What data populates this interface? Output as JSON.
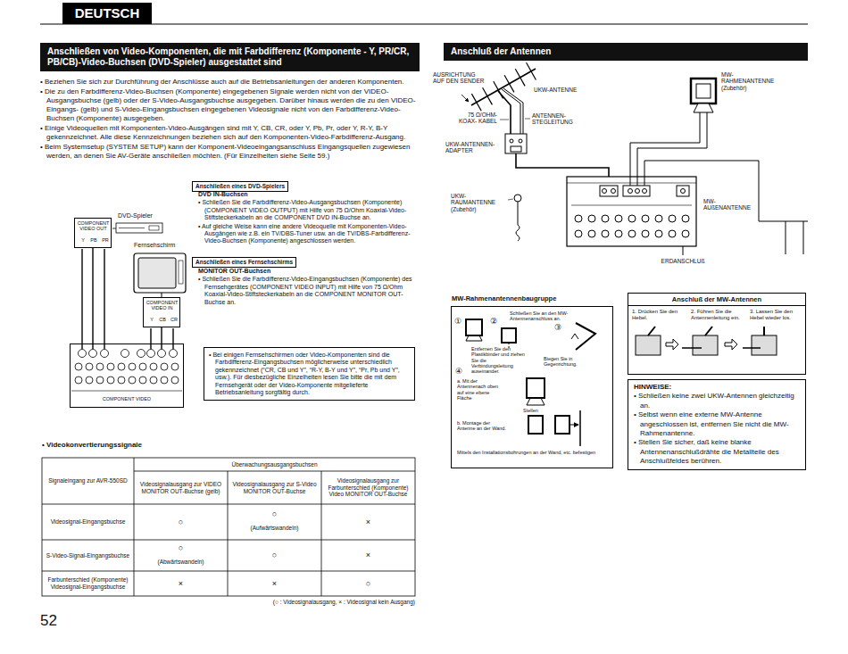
{
  "diagram": {
    "nodes": [
      {
        "text": [
          "DEUTSCH"
        ]
      },
      {
        "text": [
          "Anschließen von Video-Komponenten, die mit Farbdifferenz (Komponente - Y, PR/CR, PB/CB)-Video-Buchsen (DVD-Spieler) ausgestattet sind"
        ]
      },
      {
        "text": [
          "Anschließen eines DVD-Spielers"
        ]
      },
      {
        "text": [
          "Anschließen eines Fernsehschirms"
        ]
      },
      {
        "text": [
          "COMPONENT VIDEO OUT",
          "Y",
          "PB",
          "PR"
        ]
      },
      {
        "text": [
          "COMPONENT VIDEO IN",
          "Y",
          "CB",
          "CR"
        ]
      },
      {
        "text": [
          "COMPONENT VIDEO"
        ]
      },
      {
        "text": [
          "• Bei einigen Fernsehschirmen oder Video-Komponenten sind die Farbdifferenz-Eingangsbuchsen möglicherweise unterschiedlich gekennzeichnet (“CR, CB und Y”, “R-Y, B-Y und Y”, “Pr, Pb und Y”, usw.). Für diesbezügliche Einzelheiten lesen Sie bitte die mit dem Fernsehgerät oder der Video-Komponente mitgelieferte Betriebsanleitung sorgfältig durch."
        ]
      },
      {
        "text": [
          "Anschluß der Antennen"
        ]
      },
      {
        "text": [
          "MW-Rahmenantennenbaugruppe",
          "Schließen Sie an den MW-Antennenanschluss an.",
          "①",
          "②",
          "③",
          "Entfernen Sie den Plastikbinder und ziehen Sie die Verbindungsleitung auseinander.",
          "Biegen Sie in Gegenrichtung.",
          "④",
          "a. Mit der Antennenach oben auf eine ebene Fläche",
          "Stellen",
          "b. Montage der Antenne an der Wand.",
          "Mittels den Installationsbohrungen an der Wand, etc. befestigen"
        ]
      },
      {
        "text": [
          "Anschluß der MW-Antennen",
          "1. Drücken Sie den Hebel.",
          "2. Führen Sie die Antennenleitung ein.",
          "3. Lassen Sie den Hebel wieder los."
        ]
      },
      {
        "text": [
          "HINWEISE:",
          "• Schließen keine zwei UKW-Antennen gleichzeitig an.",
          "• Selbst wenn eine externe MW-Antenne angeschlossen ist, entfernen Sie nicht die MW-Rahmenantenne.",
          "• Stellen Sie sicher, daß keine blanke Antennenanschlußdrähte die Metallteile des Anschlußfeldes berühren."
        ]
      }
    ],
    "edges": [
      {
        "from": 4,
        "to": 6,
        "arrow": "none"
      },
      {
        "from": 5,
        "to": 6,
        "arrow": "none"
      }
    ],
    "labels": [
      "• Beziehen Sie sich zur Durchführung der Anschlüsse auch auf die Betriebsanleitungen der anderen Komponenten.",
      "• Die zu den Farbdifferenz-Video-Buchsen (Komponente) eingegebenen Signale werden nicht von der VIDEO-Ausgangsbuchse (gelb) oder der S-Video-Ausgangsbuchse ausgegeben. Darüber hinaus werden die zu den VIDEO-Eingangs- (gelb) und S-Video-Eingangsbuchsen eingegebenen Videosignale nicht von den Farbdifferenz-Video-Buchsen (Komponente) ausgegeben.",
      "• Einige Videoquellen mit Komponenten-Video-Ausgängen sind mit Y, CB, CR, oder Y, Pb, Pr, oder Y, R-Y, B-Y gekennzeichnet. Alle diese Kennzeichnungen beziehen sich auf den Komponenten-Video-Farbdifferenz-Ausgang.",
      "• Beim Systemsetup (SYSTEM SETUP) kann der Komponent-Videoeingangsanschluss Eingangsquellen zugewiesen werden, an denen Sie AV-Geräte anschließen möchten. (Für Einzelheiten siehe Seite 59.)",
      "DVD IN-Buchsen",
      "• Schließen Sie die Farbdifferenz-Video-Ausgangsbuchsen (Komponente) (COMPONENT VIDEO OUTPUT) mit Hilfe von 75 Ω/Ohm Koaxial-Video-Stiftsteckerkabeln an die COMPONENT DVD IN-Buchse an.",
      "• Auf gleiche Weise kann eine andere Videoquelle mit Komponenten-Video-Ausgängen wie z.B. ein TV/DBS-Tuner usw. an die TV/DBS-Farbdifferenz-Video-Buchsen (Komponente) angeschlossen werden.",
      "MONITOR OUT-Buchsen",
      "• Schließen Sie die Farbdifferenz-Video-Eingangsbuchsen (Komponente) des Fernsehgerätes (COMPONENT VIDEO INPUT) mit Hilfe von 75 Ω/Ohm Koaxial-Video-Stiftsteckerkabeln an die COMPONENT MONITOR OUT-Buchse an.",
      "DVD-Spieler",
      "Fernsehschirm",
      "• Videokonvertierungssignale",
      "Signaleingang zur AVR-550SD",
      "Überwachungsausgangsbuchsen",
      "Videosignalausgang zur VIDEO MONITOR OUT-Buchse (gelb)",
      "Videosignalausgang zur S-Video MONITOR OUT-Buchse",
      "Videosignalausgang zur Farbunterschied (Komponente) Video MONITOR OUT-Buchse",
      "Videosignal-Eingangsbuchse",
      "○",
      "○",
      "(Aufwärtswandeln)",
      "×",
      "S-Video-Signal-Eingangsbuchse",
      "○",
      "(Abwärtswandeln)",
      "○",
      "×",
      "Farbunterschied (Komponente) Videosignal-Eingangsbuchse",
      "×",
      "×",
      "○",
      "(○ : Videosignalausgang, × : Videosignal kein Ausgang)",
      "52",
      "AUSRICHTUNG AUF DEN SENDER",
      "UKW-ANTENNE",
      "75 Ω/OHM- KOAX- KABEL",
      "ANTENNEN- STEGLEITUNG",
      "UKW-ANTENNEN- ADAPTER",
      "UKW- RAUMANTENNE (Zubehör)",
      "MW- RAHMENANTENNE (Zubehör)",
      "MW- AUßENANTENNE",
      "ERDANSCHLUß"
    ]
  }
}
